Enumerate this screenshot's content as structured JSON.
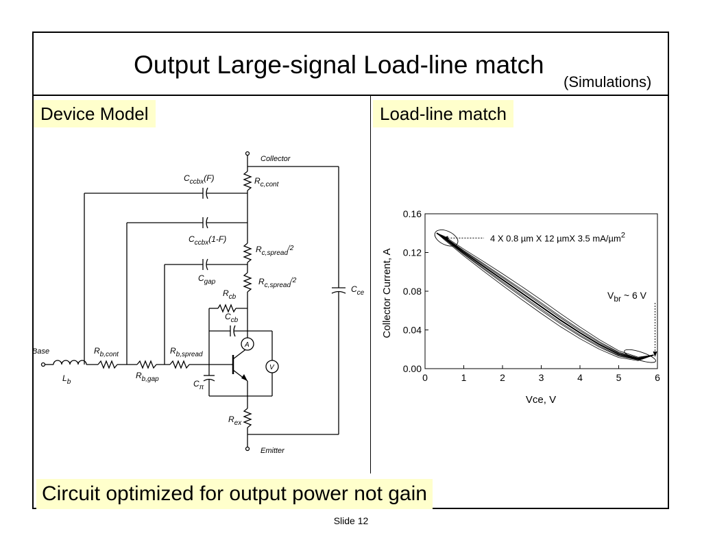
{
  "slide": {
    "title": "Output Large-signal Load-line match",
    "subtitle": "(Simulations)",
    "footer": "Slide 12"
  },
  "panels": {
    "left_label": "Device Model",
    "right_label": "Load-line match",
    "bottom_banner": "Circuit optimized for output power not gain"
  },
  "circuit": {
    "terminals": {
      "collector": "Collector",
      "emitter": "Emitter",
      "base": "Base"
    },
    "components": {
      "c_ccbx_f": {
        "sym": "C",
        "sub": "ccbx",
        "suffix": "(F)"
      },
      "r_c_cont": {
        "sym": "R",
        "sub": "c,cont",
        "suffix": ""
      },
      "c_ccbx_1f": {
        "sym": "C",
        "sub": "ccbx",
        "suffix": "(1-F)"
      },
      "r_c_spread_1": {
        "sym": "R",
        "sub": "c,spread",
        "suffix": "/2"
      },
      "c_gap": {
        "sym": "C",
        "sub": "gap",
        "suffix": ""
      },
      "r_c_spread_2": {
        "sym": "R",
        "sub": "c,spread",
        "suffix": "/2"
      },
      "r_cb": {
        "sym": "R",
        "sub": "cb",
        "suffix": ""
      },
      "c_cb": {
        "sym": "C",
        "sub": "cb",
        "suffix": ""
      },
      "c_ce": {
        "sym": "C",
        "sub": "ce",
        "suffix": ""
      },
      "r_b_cont": {
        "sym": "R",
        "sub": "b,cont",
        "suffix": ""
      },
      "r_b_spread": {
        "sym": "R",
        "sub": "b,spread",
        "suffix": ""
      },
      "r_b_gap": {
        "sym": "R",
        "sub": "b,gap",
        "suffix": ""
      },
      "l_b": {
        "sym": "L",
        "sub": "b",
        "suffix": ""
      },
      "c_pi": {
        "sym": "C",
        "sub": "π",
        "suffix": ""
      },
      "r_ex": {
        "sym": "R",
        "sub": "ex",
        "suffix": ""
      }
    },
    "meters": {
      "ammeter": "A",
      "voltmeter": "V"
    }
  },
  "chart_data": {
    "type": "line",
    "xlabel": "Vce, V",
    "ylabel": "Collector Current, A",
    "xlim": [
      0,
      6
    ],
    "ylim": [
      0,
      0.16
    ],
    "x_ticks": [
      "0",
      "1",
      "2",
      "3",
      "4",
      "5",
      "6"
    ],
    "y_ticks": [
      "0.00",
      "0.04",
      "0.08",
      "0.12",
      "0.16"
    ],
    "series": [
      {
        "values": [
          [
            0.3,
            0.14
          ],
          [
            0.5,
            0.135
          ],
          [
            1.0,
            0.12
          ],
          [
            1.5,
            0.106
          ],
          [
            2.0,
            0.092
          ],
          [
            2.5,
            0.078
          ],
          [
            3.0,
            0.064
          ],
          [
            3.5,
            0.05
          ],
          [
            4.0,
            0.037
          ],
          [
            4.5,
            0.025
          ],
          [
            5.0,
            0.015
          ],
          [
            5.5,
            0.01
          ],
          [
            5.9,
            0.014
          ]
        ]
      }
    ],
    "annotations": [
      {
        "text": "4 X 0.8 µm X 12 µmX 3.5 mA/µm",
        "sup": "2",
        "points_to": [
          0.45,
          0.135
        ]
      },
      {
        "text": "V",
        "sub": "br",
        "rest": " ~ 6 V",
        "points_to": [
          5.85,
          0.012
        ]
      }
    ]
  }
}
